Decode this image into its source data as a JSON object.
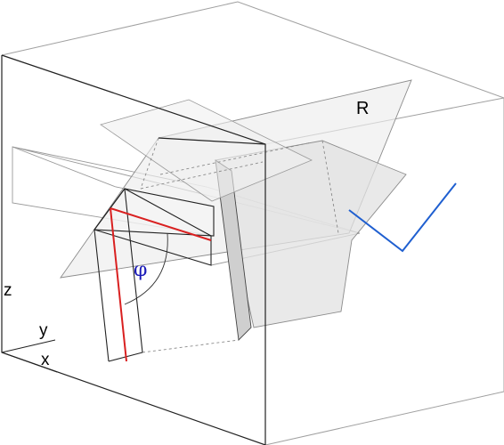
{
  "labels": {
    "plane_label": "R",
    "angle_label": "φ",
    "axis_z": "z",
    "axis_y": "y",
    "axis_x": "x"
  },
  "colors": {
    "outline": "#222222",
    "light_outline": "#999999",
    "plane_fill": "#e8e8e8",
    "plane_fill_dark": "#d2d2d2",
    "highlight_red": "#d92020",
    "highlight_blue": "#1f5fd0",
    "label_blue": "#1a1ab8"
  }
}
